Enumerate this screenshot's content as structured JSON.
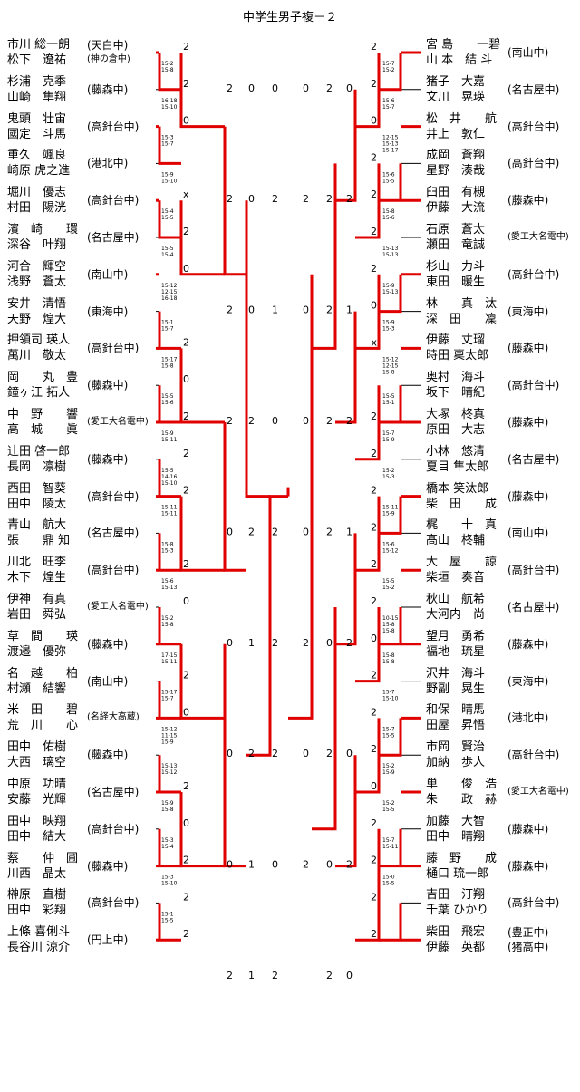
{
  "title": "中学生男子複－２",
  "line_color": "#e00000",
  "left_entries": [
    {
      "p1": "市川 総一朗",
      "p2": "松下　遼祐",
      "school": "(天白中)",
      "school2": "(神の倉中)"
    },
    {
      "p1": "杉浦　克季",
      "p2": "山崎　隼翔",
      "school": "(藤森中)"
    },
    {
      "p1": "鬼頭　壮宙",
      "p2": "國定　斗馬",
      "school": "(高針台中)"
    },
    {
      "p1": "重久　颯良",
      "p2": "崎原 虎之進",
      "school": "(港北中)"
    },
    {
      "p1": "堀川　優志",
      "p2": "村田　陽洸",
      "school": "(高針台中)"
    },
    {
      "p1": "濱　崎　　環",
      "p2": "深谷　叶翔",
      "school": "(名古屋中)"
    },
    {
      "p1": "河合　輝空",
      "p2": "浅野　蒼太",
      "school": "(南山中)"
    },
    {
      "p1": "安井　清悟",
      "p2": "天野　煌大",
      "school": "(東海中)"
    },
    {
      "p1": "押領司 瑛人",
      "p2": "萬川　敬太",
      "school": "(高針台中)"
    },
    {
      "p1": "岡　　丸　豊",
      "p2": "鐘ヶ江 拓人",
      "school": "(藤森中)"
    },
    {
      "p1": "中　野　　響",
      "p2": "高　城　　眞",
      "school": "(愛工大名電中)"
    },
    {
      "p1": "辻田 啓一郎",
      "p2": "長岡　凛樹",
      "school": "(藤森中)"
    },
    {
      "p1": "西田　智葵",
      "p2": "田中　陵太",
      "school": "(高針台中)"
    },
    {
      "p1": "青山　航大",
      "p2": "張　　鼎 知",
      "school": "(名古屋中)"
    },
    {
      "p1": "川北　旺李",
      "p2": "木下　煌生",
      "school": "(高針台中)"
    },
    {
      "p1": "伊神　有真",
      "p2": "岩田　舜弘",
      "school": "(愛工大名電中)"
    },
    {
      "p1": "草　間　　瑛",
      "p2": "渡邉　優弥",
      "school": "(藤森中)"
    },
    {
      "p1": "名　越　　柏",
      "p2": "村瀬　結響",
      "school": "(南山中)"
    },
    {
      "p1": "米　田　　碧",
      "p2": "荒　川　　心",
      "school": "(名経大高蔵)"
    },
    {
      "p1": "田中　佑樹",
      "p2": "大西　璃空",
      "school": "(藤森中)"
    },
    {
      "p1": "中原　功晴",
      "p2": "安藤　光輝",
      "school": "(名古屋中)"
    },
    {
      "p1": "田中　映翔",
      "p2": "田中　結大",
      "school": "(高針台中)"
    },
    {
      "p1": "蔡　　仲　圃",
      "p2": "川西　晶太",
      "school": "(藤森中)"
    },
    {
      "p1": "榊原　直樹",
      "p2": "田中　彩翔",
      "school": "(高針台中)"
    },
    {
      "p1": "上條 喜俐斗",
      "p2": "長谷川 涼介",
      "school": "(円上中)"
    }
  ],
  "right_entries": [
    {
      "p1": "宮 島　　一碧",
      "p2": "山 本　結 斗",
      "school": "(南山中)"
    },
    {
      "p1": "猪子　大嘉",
      "p2": "文川　晃瑛",
      "school": "(名古屋中)"
    },
    {
      "p1": "松　井　　航",
      "p2": "井上　敦仁",
      "school": "(高針台中)"
    },
    {
      "p1": "成岡　蒼翔",
      "p2": "星野　湊哉",
      "school": "(高針台中)"
    },
    {
      "p1": "臼田　有槻",
      "p2": "伊藤　大流",
      "school": "(藤森中)"
    },
    {
      "p1": "石原　蒼太",
      "p2": "瀬田　竜誠",
      "school": "(愛工大名電中)"
    },
    {
      "p1": "杉山　力斗",
      "p2": "東田　暖生",
      "school": "(高針台中)"
    },
    {
      "p1": "林　　真　汰",
      "p2": "深　田　　凜",
      "school": "(東海中)"
    },
    {
      "p1": "伊藤　丈瑠",
      "p2": "時田 稟太郎",
      "school": "(藤森中)"
    },
    {
      "p1": "奥村　海斗",
      "p2": "坂下　晴紀",
      "school": "(高針台中)"
    },
    {
      "p1": "大塚　柊真",
      "p2": "原田　大志",
      "school": "(藤森中)"
    },
    {
      "p1": "小林　悠清",
      "p2": "夏目 隼太郎",
      "school": "(名古屋中)"
    },
    {
      "p1": "橋本 笑汰郎",
      "p2": "柴　田　　成",
      "school": "(藤森中)"
    },
    {
      "p1": "梶　　十　真",
      "p2": "髙山　柊輔",
      "school": "(南山中)"
    },
    {
      "p1": "大　屋　　諒",
      "p2": "柴垣　奏音",
      "school": "(高針台中)"
    },
    {
      "p1": "秋山　航希",
      "p2": "大河内　尚",
      "school": "(名古屋中)"
    },
    {
      "p1": "望月　勇希",
      "p2": "福地　琉星",
      "school": "(藤森中)"
    },
    {
      "p1": "沢井　海斗",
      "p2": "野副　晃生",
      "school": "(東海中)"
    },
    {
      "p1": "和保　晴馬",
      "p2": "田屋　昇悟",
      "school": "(港北中)"
    },
    {
      "p1": "市岡　賢治",
      "p2": "加納　歩人",
      "school": "(高針台中)"
    },
    {
      "p1": "単　　俊　浩",
      "p2": "朱　　政　赫",
      "school": "(愛工大名電中)"
    },
    {
      "p1": "加藤　大智",
      "p2": "田中　晴翔",
      "school": "(藤森中)"
    },
    {
      "p1": "藤　野　　成",
      "p2": "樋口 琉一郎",
      "school": "(藤森中)"
    },
    {
      "p1": "吉田　汀翔",
      "p2": "千葉 ひかり",
      "school": "(高針台中)"
    },
    {
      "p1": "柴田　飛宏",
      "p2": "伊藤　英都",
      "school": "(豊正中)",
      "school2": "(猪高中)"
    }
  ],
  "left_r1_results": [
    "2",
    "2",
    "0",
    "",
    "x",
    "2",
    "0",
    "",
    "2",
    "0",
    "2",
    "2",
    "2",
    "",
    "2",
    "0",
    "",
    "2",
    "0",
    "",
    "2",
    "0",
    "2",
    "2",
    "2"
  ],
  "right_r1_results": [
    "2",
    "2",
    "0",
    "2",
    "2",
    "2",
    "2",
    "0",
    "x",
    "",
    "2",
    "2",
    "2",
    "2",
    "2",
    "2",
    "0",
    "2",
    "2",
    "2",
    "0",
    "2",
    "2",
    "2",
    "2"
  ],
  "round_numbers": [
    {
      "v": "2"
    },
    {
      "v": "0"
    },
    {
      "v": "0"
    },
    {
      "v": "2"
    },
    {
      "v": "0"
    },
    {
      "v": "2"
    },
    {
      "v": "2"
    },
    {
      "v": "0"
    },
    {
      "v": "1"
    },
    {
      "v": "2"
    },
    {
      "v": "2"
    },
    {
      "v": "0"
    },
    {
      "v": "0"
    },
    {
      "v": "2"
    },
    {
      "v": "2"
    },
    {
      "v": "0"
    },
    {
      "v": "1"
    },
    {
      "v": "2"
    },
    {
      "v": "0"
    },
    {
      "v": "2"
    },
    {
      "v": "2"
    },
    {
      "v": "0"
    },
    {
      "v": "1"
    },
    {
      "v": "0"
    },
    {
      "v": "2"
    },
    {
      "v": "1"
    },
    {
      "v": "2"
    },
    {
      "v": "0"
    },
    {
      "v": "2"
    },
    {
      "v": "0"
    },
    {
      "v": "2"
    },
    {
      "v": "2"
    },
    {
      "v": "2"
    },
    {
      "v": "1"
    },
    {
      "v": "2"
    },
    {
      "v": "0"
    },
    {
      "v": "2"
    },
    {
      "v": "2"
    },
    {
      "v": "0"
    },
    {
      "v": "1"
    },
    {
      "v": "2"
    },
    {
      "v": "0"
    },
    {
      "v": "2"
    },
    {
      "v": "0"
    },
    {
      "v": "2"
    },
    {
      "v": "0"
    },
    {
      "v": "2"
    },
    {
      "v": "0"
    },
    {
      "v": "2"
    },
    {
      "v": "0"
    },
    {
      "v": "2"
    },
    {
      "v": "0"
    },
    {
      "v": "2"
    }
  ],
  "scores": [
    [
      "15-2",
      "15-8"
    ],
    [
      "16-18",
      "15-10"
    ],
    [
      "15-3",
      "15-7"
    ],
    [
      "15-9",
      "15-10"
    ],
    [
      "15-4",
      "15-5"
    ],
    [
      "15-5",
      "15-4"
    ],
    [
      "15-12",
      "12-15",
      "16-18"
    ],
    [
      "15-1",
      "15-7"
    ],
    [
      "15-17",
      "15-8"
    ],
    [
      "15-5",
      "15-6"
    ],
    [
      "15-9",
      "15-11"
    ],
    [
      "15-5",
      "14-16",
      "15-10"
    ],
    [
      "15-11",
      "15-11"
    ],
    [
      "15-8",
      "15-3"
    ],
    [
      "15-6",
      "15-13"
    ],
    [
      "15-2",
      "15-8"
    ],
    [
      "17-15",
      "15-11"
    ],
    [
      "15-17",
      "15-7"
    ],
    [
      "15-12",
      "11-15",
      "15-9"
    ],
    [
      "15-13",
      "15-12"
    ],
    [
      "15-9",
      "15-8"
    ],
    [
      "15-3",
      "15-4"
    ],
    [
      "15-3",
      "15-10"
    ],
    [
      "15-1",
      "15-5"
    ],
    [
      "15-7",
      "15-2"
    ],
    [
      "15-6",
      "15-7"
    ],
    [
      "12-15",
      "15-13",
      "15-17"
    ],
    [
      "15-6",
      "15-5"
    ],
    [
      "15-8",
      "15-6"
    ],
    [
      "15-13",
      "15-13"
    ],
    [
      "15-9",
      "15-13"
    ],
    [
      "15-9",
      "15-3"
    ],
    [
      "15-12",
      "12-15",
      "15-8"
    ],
    [
      "15-5",
      "15-1"
    ],
    [
      "15-7",
      "15-9"
    ],
    [
      "15-2",
      "15-3"
    ],
    [
      "15-11",
      "15-9"
    ],
    [
      "15-6",
      "15-12"
    ],
    [
      "15-5",
      "15-2"
    ],
    [
      "10-15",
      "15-8",
      "15-8"
    ],
    [
      "15-8",
      "15-8"
    ],
    [
      "15-7",
      "15-10"
    ],
    [
      "15-7",
      "15-5"
    ],
    [
      "15-2",
      "15-9"
    ],
    [
      "15-2",
      "15-5"
    ],
    [
      "15-7",
      "15-11"
    ],
    [
      "15-0",
      "15-5"
    ]
  ]
}
